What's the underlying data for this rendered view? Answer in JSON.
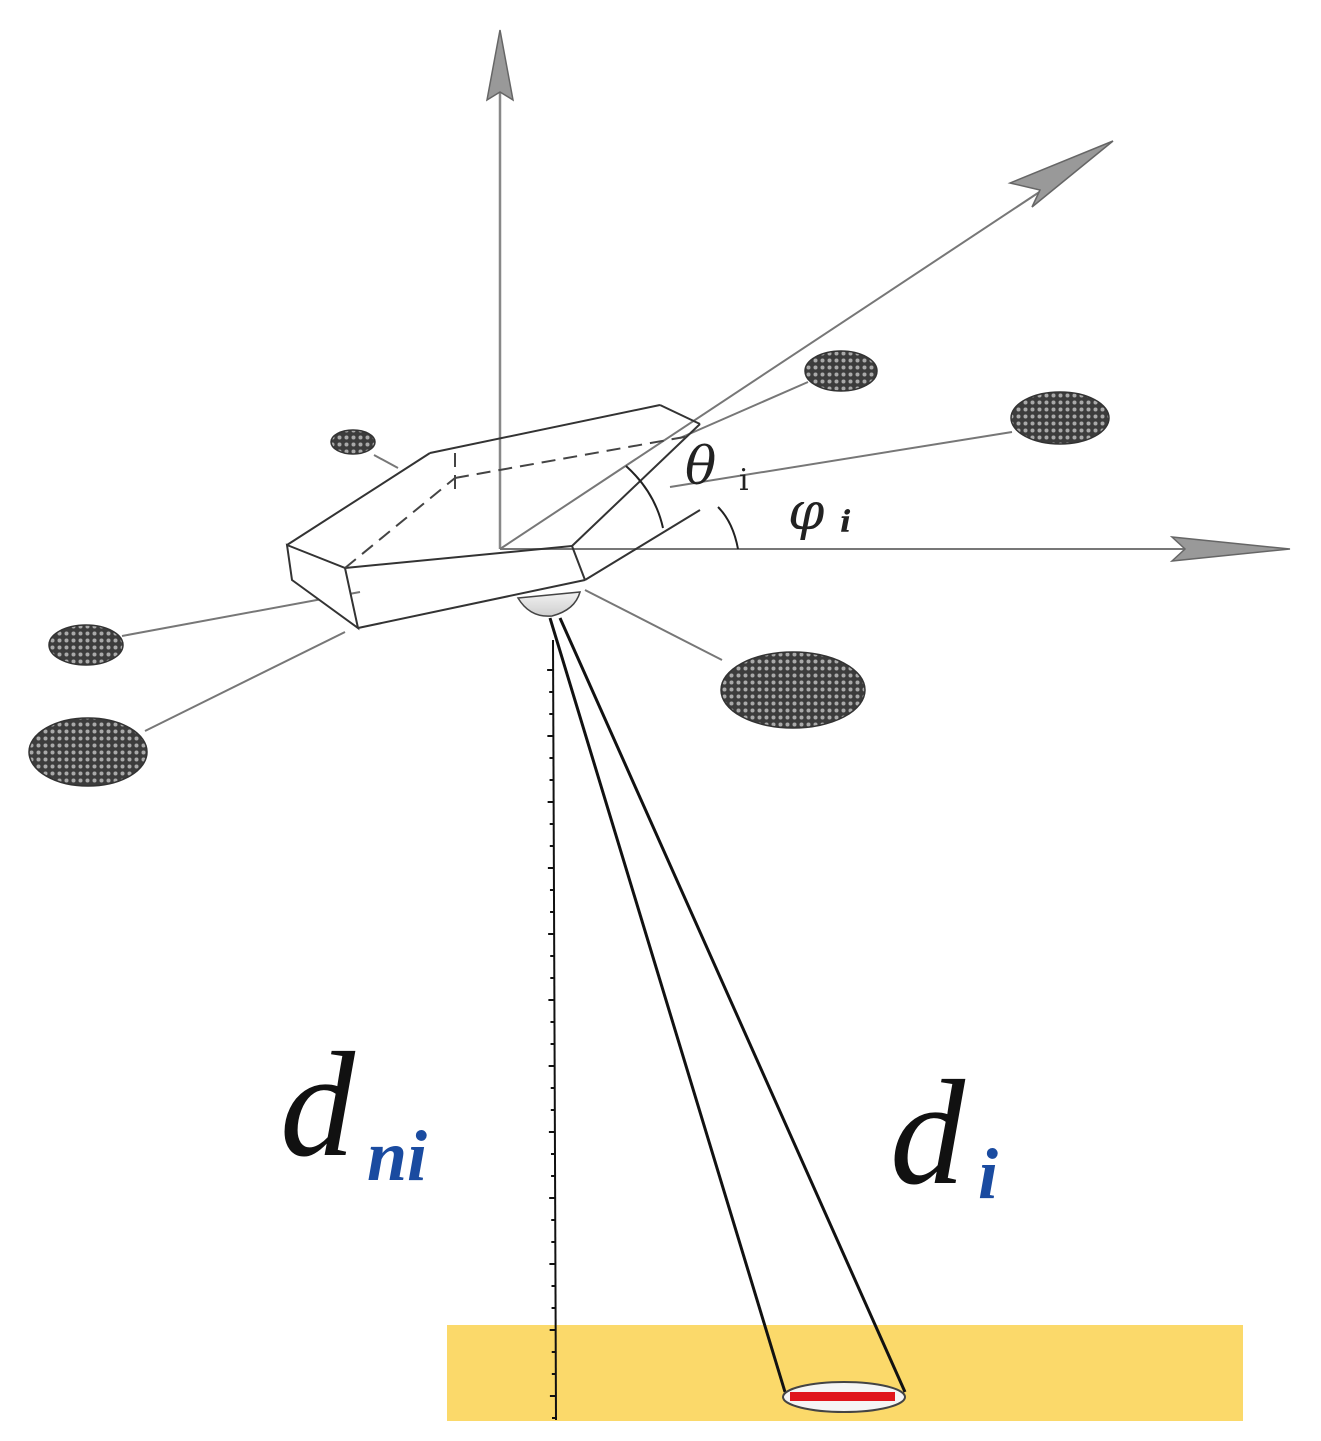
{
  "labels": {
    "theta_main": "θ",
    "theta_sub": "i",
    "phi_main": "φ",
    "phi_sub": "i",
    "dni_main": "d",
    "dni_sub": "ni",
    "di_main": "d",
    "di_sub": "i"
  },
  "colors": {
    "axis": "#777777",
    "frame": "#222222",
    "rotor_fill": "#555555",
    "ground": "#fbd96a",
    "spot_red": "#e0161c",
    "subscript_blue": "#1a4ba0"
  }
}
